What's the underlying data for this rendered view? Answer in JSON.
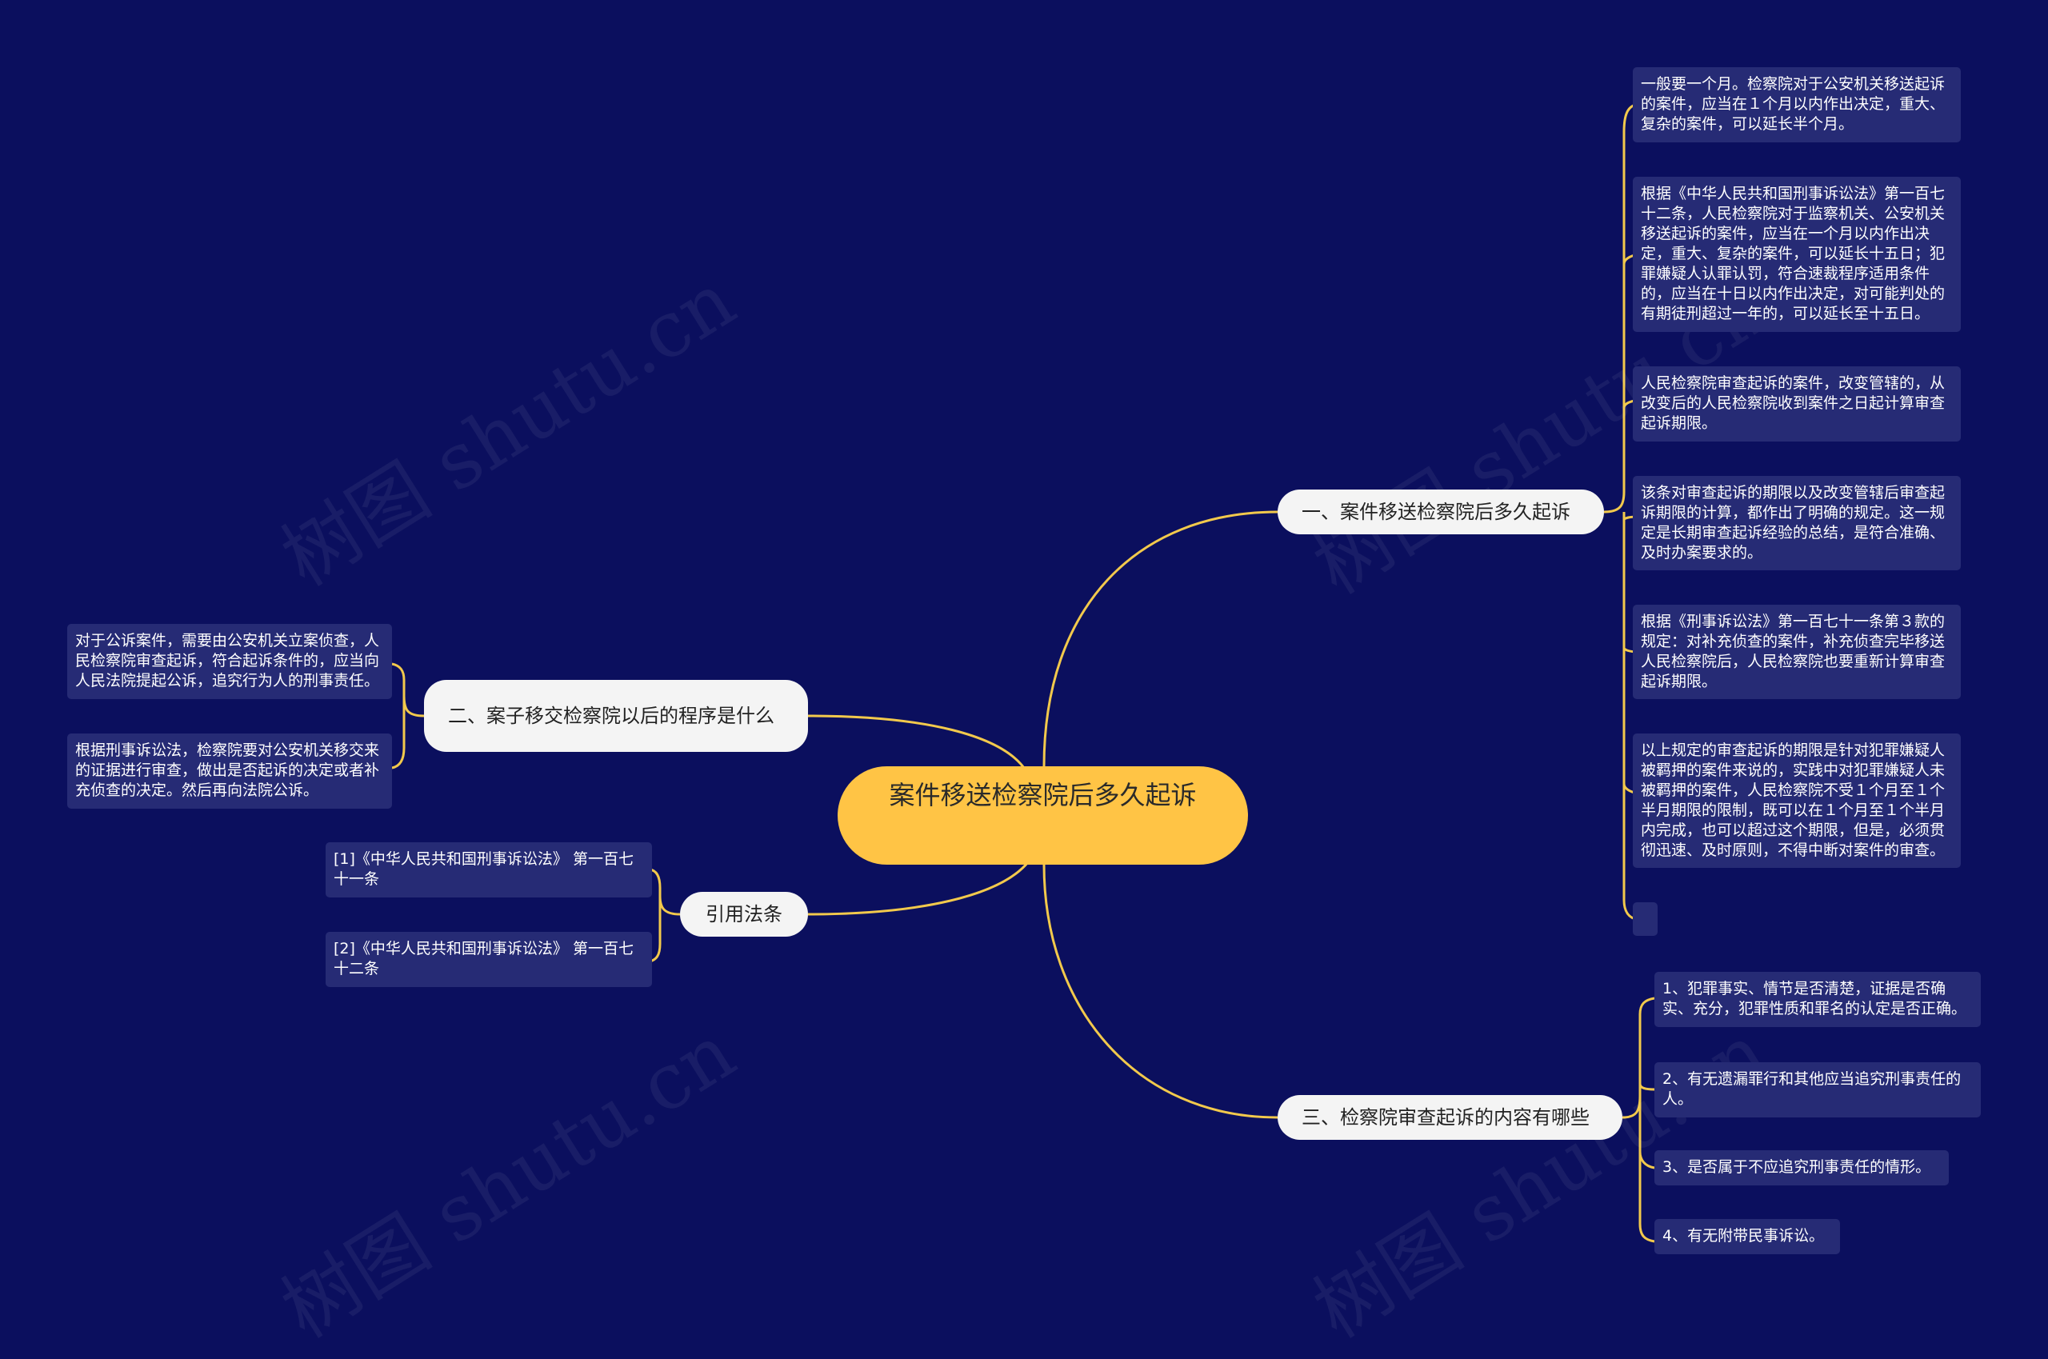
{
  "root": {
    "text": "案件移送检察院后多久起诉"
  },
  "branches": [
    {
      "id": "b1",
      "text": "一、案件移送检察院后多久起诉",
      "children": [
        "一般要一个月。检察院对于公安机关移送起诉的案件，应当在１个月以内作出决定，重大、复杂的案件，可以延长半个月。",
        "根据《中华人民共和国刑事诉讼法》第一百七十二条，人民检察院对于监察机关、公安机关移送起诉的案件，应当在一个月以内作出决定，重大、复杂的案件，可以延长十五日；犯罪嫌疑人认罪认罚，符合速裁程序适用条件的，应当在十日以内作出决定，对可能判处的有期徒刑超过一年的，可以延长至十五日。",
        "人民检察院审查起诉的案件，改变管辖的，从改变后的人民检察院收到案件之日起计算审查起诉期限。",
        "该条对审查起诉的期限以及改变管辖后审查起诉期限的计算，都作出了明确的规定。这一规定是长期审查起诉经验的总结，是符合准确、及时办案要求的。",
        "根据《刑事诉讼法》第一百七十一条第３款的规定：对补充侦查的案件，补充侦查完毕移送人民检察院后，人民检察院也要重新计算审查起诉期限。",
        "以上规定的审查起诉的期限是针对犯罪嫌疑人被羁押的案件来说的，实践中对犯罪嫌疑人未被羁押的案件，人民检察院不受１个月至１个半月期限的限制，既可以在１个月至１个半月内完成，也可以超过这个期限，但是，必须贯彻迅速、及时原则，不得中断对案件的审查。",
        ""
      ]
    },
    {
      "id": "b2",
      "text": "二、案子移交检察院以后的程序是什么",
      "children": [
        "对于公诉案件，需要由公安机关立案侦查，人民检察院审查起诉，符合起诉条件的，应当向人民法院提起公诉，追究行为人的刑事责任。",
        "根据刑事诉讼法，检察院要对公安机关移交来的证据进行审查，做出是否起诉的决定或者补充侦查的决定。然后再向法院公诉。"
      ]
    },
    {
      "id": "b3",
      "text": "引用法条",
      "children": [
        "[1]《中华人民共和国刑事诉讼法》 第一百七十一条",
        "[2]《中华人民共和国刑事诉讼法》 第一百七十二条"
      ]
    },
    {
      "id": "b4",
      "text": "三、检察院审查起诉的内容有哪些",
      "children": [
        "1、犯罪事实、情节是否清楚，证据是否确实、充分，犯罪性质和罪名的认定是否正确。",
        "2、有无遗漏罪行和其他应当追究刑事责任的人。",
        "3、是否属于不应追究刑事责任的情形。",
        "4、有无附带民事诉讼。"
      ]
    }
  ],
  "watermark": "树图 shutu.cn",
  "colors": {
    "background": "#0b0f5e",
    "root": "#ffc445",
    "connector": "#f2c94c",
    "leaf": "#262b75",
    "branch": "#f4f4f4"
  }
}
